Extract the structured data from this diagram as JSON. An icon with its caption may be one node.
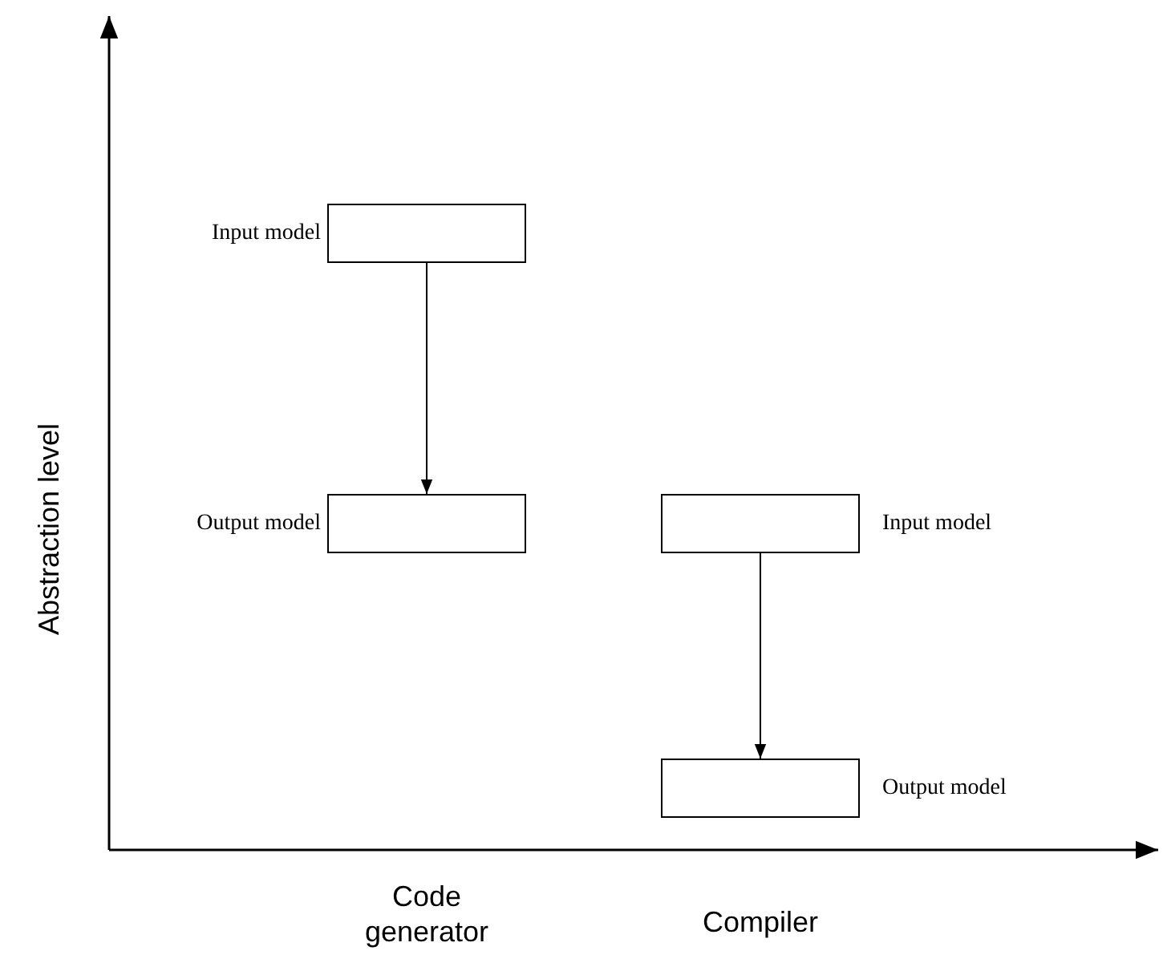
{
  "diagram": {
    "nodes": [
      {
        "text": [],
        "shape": "box",
        "beside": [
          "Input model"
        ]
      },
      {
        "text": [],
        "shape": "box",
        "beside": [
          "Output model"
        ]
      },
      {
        "text": [],
        "shape": "box",
        "beside": [
          "Input model"
        ]
      },
      {
        "text": [],
        "shape": "box",
        "beside": [
          "Output model"
        ]
      }
    ],
    "edges": [
      {
        "from": 0,
        "to": 1,
        "arrow": "to"
      },
      {
        "from": 2,
        "to": 3,
        "arrow": "to"
      }
    ],
    "labels": [
      "Abstraction level",
      "Code generator",
      "Compiler"
    ]
  }
}
